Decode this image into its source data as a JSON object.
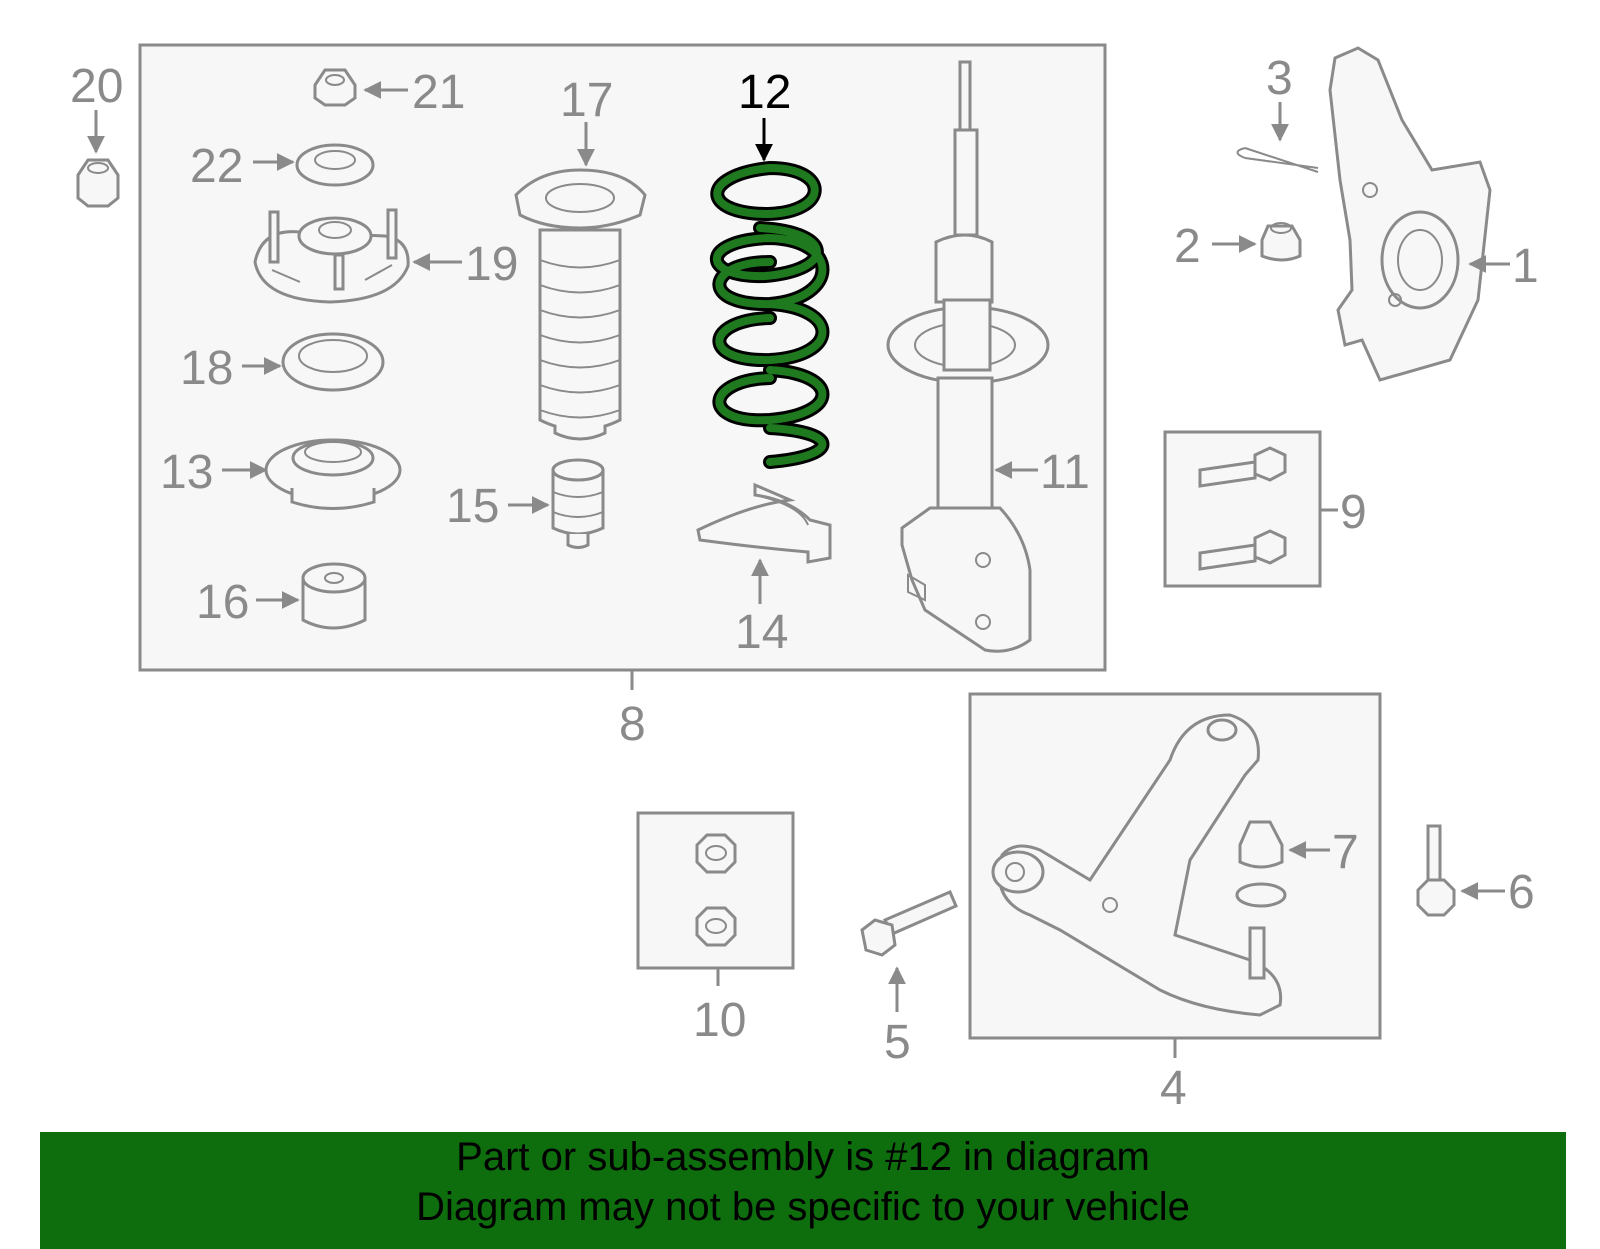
{
  "diagram": {
    "highlighted_part": "12",
    "highlight_color": "#1f7a1f",
    "callouts": [
      "1",
      "2",
      "3",
      "4",
      "5",
      "6",
      "7",
      "8",
      "9",
      "10",
      "11",
      "12",
      "13",
      "14",
      "15",
      "16",
      "17",
      "18",
      "19",
      "20",
      "21",
      "22"
    ]
  },
  "footer": {
    "background": "#0e6e0e",
    "line1": "Part or sub-assembly is #12 in diagram",
    "line2": "Diagram may not be specific to your vehicle"
  }
}
